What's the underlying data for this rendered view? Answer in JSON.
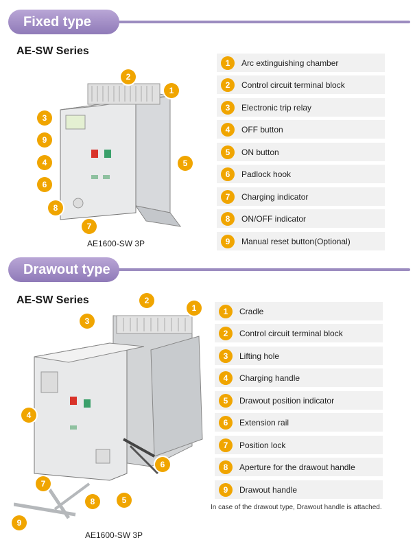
{
  "fixed": {
    "header": "Fixed type",
    "series": "AE-SW Series",
    "caption": "AE1600-SW 3P",
    "items": [
      {
        "num": "1",
        "label": "Arc extinguishing chamber"
      },
      {
        "num": "2",
        "label": "Control circuit terminal block"
      },
      {
        "num": "3",
        "label": "Electronic trip relay"
      },
      {
        "num": "4",
        "label": "OFF button"
      },
      {
        "num": "5",
        "label": "ON button"
      },
      {
        "num": "6",
        "label": "Padlock hook"
      },
      {
        "num": "7",
        "label": "Charging indicator"
      },
      {
        "num": "8",
        "label": "ON/OFF indicator"
      },
      {
        "num": "9",
        "label": "Manual reset button(Optional)"
      }
    ]
  },
  "drawout": {
    "header": "Drawout type",
    "series": "AE-SW Series",
    "caption": "AE1600-SW 3P",
    "note": "In case of the drawout type, Drawout handle is attached.",
    "items": [
      {
        "num": "1",
        "label": "Cradle"
      },
      {
        "num": "2",
        "label": "Control circuit terminal block"
      },
      {
        "num": "3",
        "label": "Lifting hole"
      },
      {
        "num": "4",
        "label": "Charging handle"
      },
      {
        "num": "5",
        "label": "Drawout position indicator"
      },
      {
        "num": "6",
        "label": "Extension rail"
      },
      {
        "num": "7",
        "label": "Position lock"
      },
      {
        "num": "8",
        "label": "Aperture for the drawout handle"
      },
      {
        "num": "9",
        "label": "Drawout handle"
      }
    ]
  },
  "colors": {
    "accent": "#f0a500",
    "header": "#9c8cc0",
    "legend_bg": "#f1f1f1"
  }
}
